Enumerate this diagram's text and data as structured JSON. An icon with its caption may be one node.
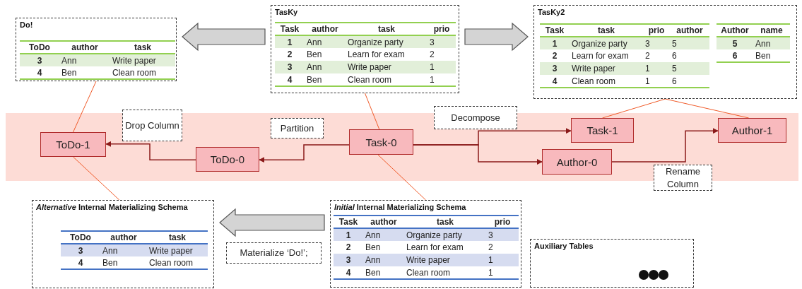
{
  "diagram": {
    "nodes": [
      {
        "text": [
          "Do!",
          "ToDo",
          "author",
          "task",
          "3",
          "Ann",
          "Write paper",
          "4",
          "Ben",
          "Clean room"
        ]
      },
      {
        "text": [
          "TasKy",
          "Task",
          "author",
          "task",
          "prio",
          "1",
          "Ann",
          "Organize party",
          "3",
          "2",
          "Ben",
          "Learn for exam",
          "2",
          "3",
          "Ann",
          "Write paper",
          "1",
          "4",
          "Ben",
          "Clean room",
          "1"
        ]
      },
      {
        "text": [
          "TasKy2",
          "Task",
          "task",
          "prio",
          "author",
          "1",
          "Organize party",
          "3",
          "5",
          "2",
          "Learn for exam",
          "2",
          "6",
          "3",
          "Write paper",
          "1",
          "5",
          "4",
          "Clean room",
          "1",
          "6",
          "Author",
          "name",
          "5",
          "Ann",
          "6",
          "Ben"
        ]
      },
      {
        "text": [
          "ToDo-1"
        ]
      },
      {
        "text": [
          "ToDo-0"
        ]
      },
      {
        "text": [
          "Task-0"
        ]
      },
      {
        "text": [
          "Task-1"
        ]
      },
      {
        "text": [
          "Author-0"
        ]
      },
      {
        "text": [
          "Author-1"
        ]
      },
      {
        "text": [
          "*Alternative* Internal Materializing Schema",
          "ToDo",
          "author",
          "task",
          "3",
          "Ann",
          "Write paper",
          "4",
          "Ben",
          "Clean room"
        ]
      },
      {
        "text": [
          "*Initial* Internal Materializing Schema",
          "Task",
          "author",
          "task",
          "prio",
          "1",
          "Ann",
          "Organize party",
          "3",
          "2",
          "Ben",
          "Learn for exam",
          "2",
          "3",
          "Ann",
          "Write paper",
          "1",
          "4",
          "Ben",
          "Clean room",
          "1"
        ]
      },
      {
        "text": [
          "Auxiliary Tables"
        ]
      }
    ],
    "edges": [
      {
        "from": 5,
        "to": 4,
        "arrow": "to",
        "label": "Partition",
        "color": "#8b1a1a"
      },
      {
        "from": 4,
        "to": 3,
        "arrow": "to",
        "label": "Drop Column",
        "color": "#8b1a1a"
      },
      {
        "from": 5,
        "to": 6,
        "arrow": "to",
        "label": "Decompose",
        "color": "#8b1a1a"
      },
      {
        "from": 5,
        "to": 7,
        "arrow": "to",
        "color": "#8b1a1a"
      },
      {
        "from": 7,
        "to": 8,
        "arrow": "to",
        "label": "Rename Column",
        "color": "#8b1a1a"
      },
      {
        "from": 1,
        "to": 0,
        "arrow": "to",
        "style": "thick",
        "color": "#d4d4d4"
      },
      {
        "from": 1,
        "to": 2,
        "arrow": "to",
        "style": "thick",
        "color": "#d4d4d4"
      },
      {
        "from": 10,
        "to": 9,
        "arrow": "to",
        "label": "Materialize ‘Do!’;",
        "style": "thick",
        "color": "#d4d4d4"
      },
      {
        "from": 0,
        "to": 3,
        "arrow": "none"
      },
      {
        "from": 1,
        "to": 5,
        "arrow": "none"
      },
      {
        "from": 2,
        "to": 6,
        "arrow": "none"
      },
      {
        "from": 2,
        "to": 8,
        "arrow": "none"
      },
      {
        "from": 3,
        "to": 9,
        "arrow": "none"
      },
      {
        "from": 5,
        "to": 10,
        "arrow": "none"
      }
    ]
  }
}
